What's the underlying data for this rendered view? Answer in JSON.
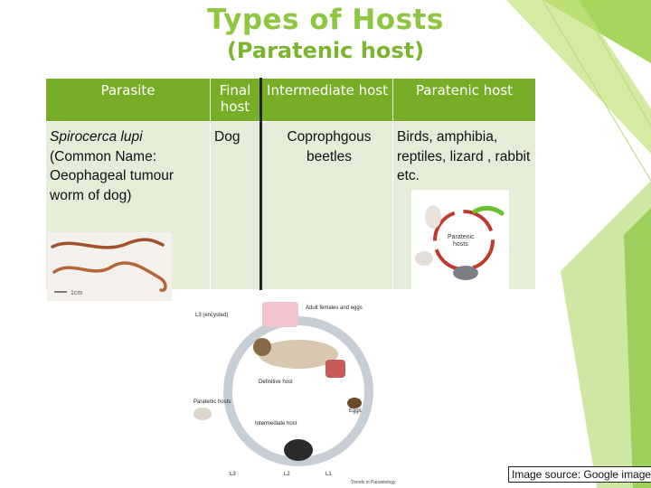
{
  "title": "Types of Hosts",
  "subtitle": "(Paratenic host)",
  "table": {
    "headers": [
      "Parasite",
      "Final host",
      "Intermediate host",
      "Paratenic host"
    ],
    "row": {
      "parasite_name": "Spirocerca lupi",
      "parasite_common": "(Common Name: Oeophageal tumour worm of dog)",
      "final_host": "Dog",
      "intermediate_host": "Coprophgous beetles",
      "paratenic_host": "Birds, amphibia, reptiles, lizard , rabbit etc."
    }
  },
  "paratenic_diagram": {
    "center_label": "Paratenic hosts"
  },
  "worm_photo": {
    "scale_label": "1cm"
  },
  "lifecycle": {
    "labels": {
      "adult": "Adult females and eggs",
      "l3": "L3 (encysted)",
      "definitive": "Definitive host",
      "paratenic": "Paratenic hosts",
      "intermediate": "Intermediate host",
      "eggs": "Eggs",
      "l1": "L1",
      "l2": "L2",
      "l3b": "L3",
      "source": "Trends in Parasitology"
    }
  },
  "caption": "Image source: Google image",
  "colors": {
    "accent": "#8dc63f",
    "header_bg": "#77ad27",
    "cell_bg": "#e3edd8"
  }
}
